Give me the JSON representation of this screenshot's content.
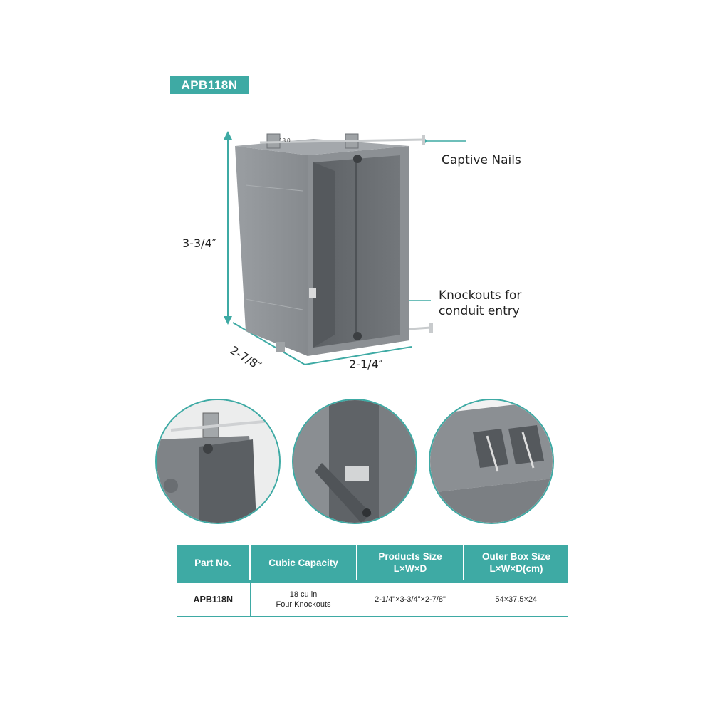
{
  "model_badge": "APB118N",
  "callouts": {
    "captive_nails": "Captive Nails",
    "knockouts_line1": "Knockouts for",
    "knockouts_line2": "conduit entry"
  },
  "dimensions": {
    "height": "3-3/4″",
    "depth": "2-7/8″",
    "width": "2-1/4″"
  },
  "box_mold_text": "18.0",
  "table": {
    "headers": [
      {
        "line1": "Part No.",
        "line2": ""
      },
      {
        "line1": "Cubic Capacity",
        "line2": ""
      },
      {
        "line1": "Products Size",
        "line2": "L×W×D"
      },
      {
        "line1": "Outer Box Size",
        "line2": "L×W×D(cm)"
      }
    ],
    "row": {
      "part_no": "APB118N",
      "capacity_line1": "18 cu in",
      "capacity_line2": "Four Knockouts",
      "product_size": "2-1/4\"×3-3/4\"×2-7/8\"",
      "outer_box": "54×37.5×24"
    }
  },
  "colors": {
    "accent": "#3eaaa4",
    "box_gray": "#7d8287"
  }
}
